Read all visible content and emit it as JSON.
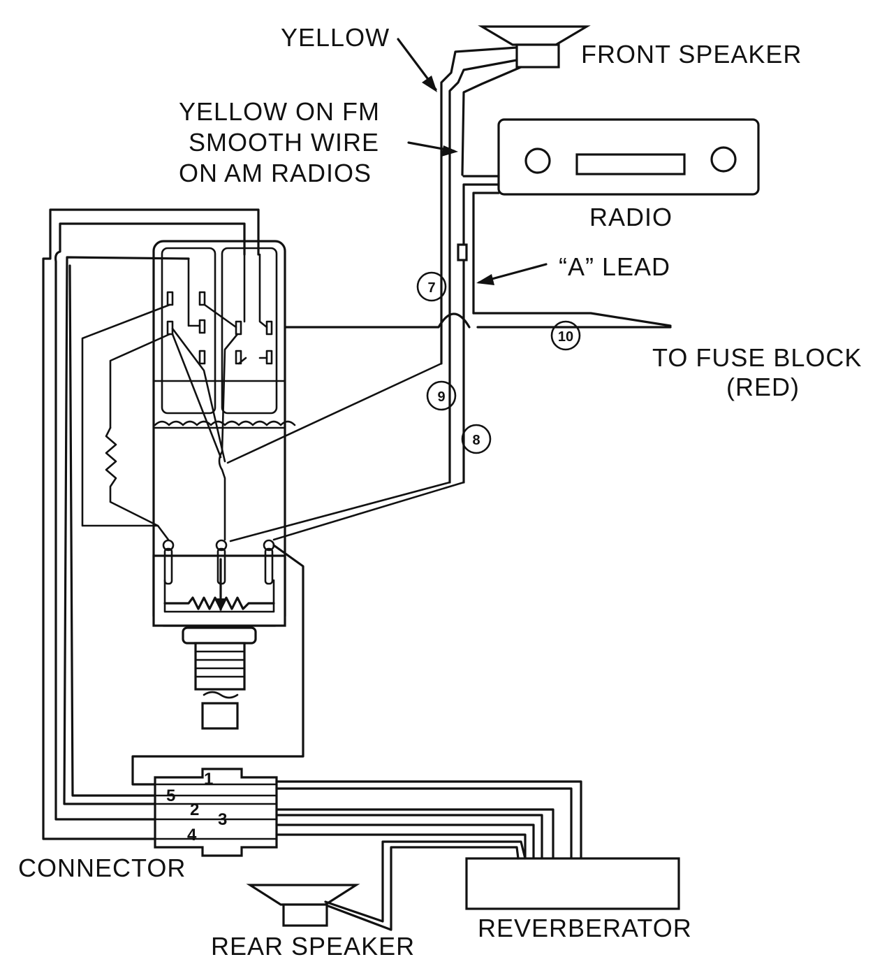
{
  "labels": {
    "yellow": "YELLOW",
    "front_speaker": "FRONT  SPEAKER",
    "yellow_fm_1": "YELLOW  ON  FM",
    "yellow_fm_2": "SMOOTH  WIRE",
    "yellow_fm_3": "ON  AM  RADIOS",
    "radio": "RADIO",
    "a_lead": "“A”  LEAD",
    "to_fuse_block": "TO  FUSE  BLOCK",
    "red": "(RED)",
    "connector": "CONNECTOR",
    "rear_speaker": "REAR  SPEAKER",
    "reverberator": "REVERBERATOR"
  },
  "circled_wires": [
    "7",
    "9",
    "8",
    "10"
  ],
  "connector_pins": [
    "1",
    "5",
    "2",
    "3",
    "4"
  ]
}
